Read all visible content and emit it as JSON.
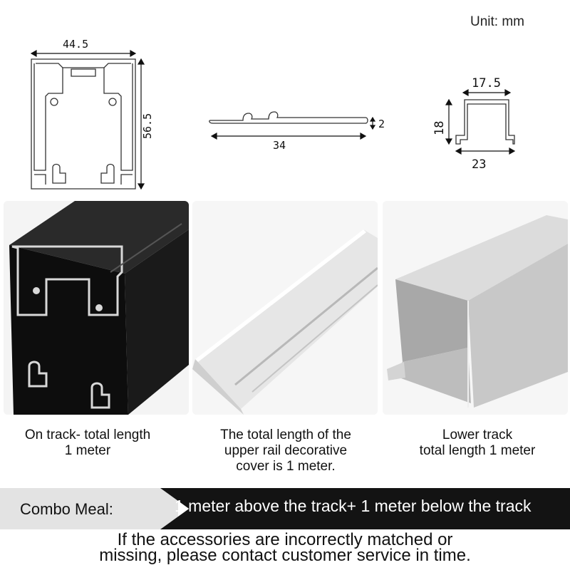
{
  "unit_label": "Unit: mm",
  "diagrams": {
    "top_track": {
      "width": "44.5",
      "height": "56.5"
    },
    "cover": {
      "length": "34",
      "thickness": "2"
    },
    "lower_track": {
      "inner": "17.5",
      "height": "18",
      "outer": "23"
    }
  },
  "captions": {
    "top_track": [
      "On track- total length",
      "1 meter"
    ],
    "cover": [
      "The total length of the",
      "upper rail decorative",
      "cover is 1 meter."
    ],
    "lower_track": [
      "Lower track",
      "total length 1 meter"
    ]
  },
  "combo": {
    "label": "Combo Meal:",
    "text": "1 meter above the track+ 1 meter below the track"
  },
  "notice": [
    "If the accessories are incorrectly matched or",
    "missing, please contact customer service in time."
  ],
  "colors": {
    "banner_dark": "#131313",
    "banner_light": "#e3e3e3",
    "profile_line": "#333333"
  }
}
